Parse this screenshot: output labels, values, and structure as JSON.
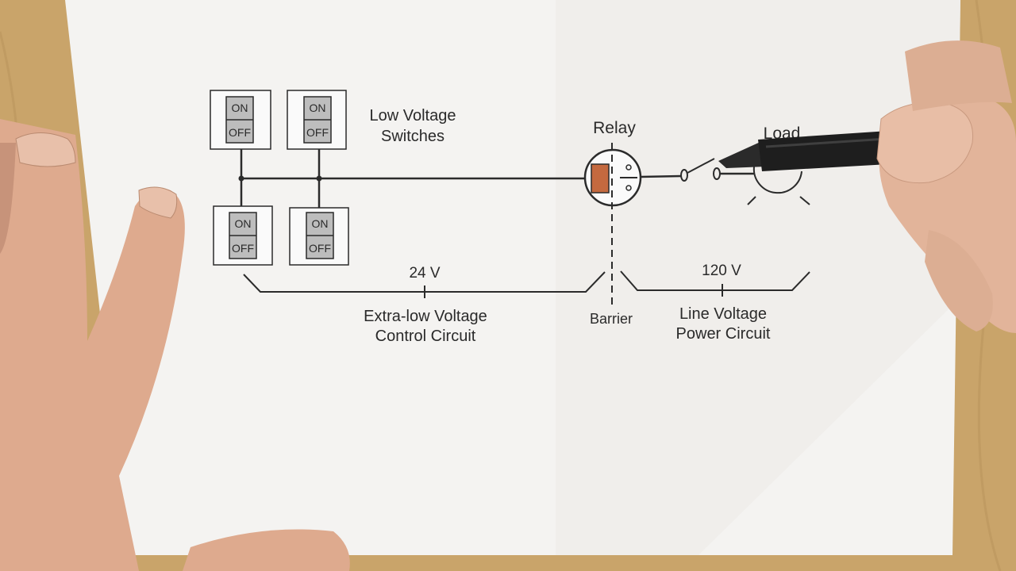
{
  "diagram": {
    "switches_label": [
      "Low Voltage",
      "Switches"
    ],
    "switch_on": "ON",
    "switch_off": "OFF",
    "relay_label": "Relay",
    "load_label": "Load",
    "voltage_low": "24 V",
    "voltage_high": "120 V",
    "control_circuit": [
      "Extra-low Voltage",
      "Control Circuit"
    ],
    "barrier_label": "Barrier",
    "power_circuit": [
      "Line Voltage",
      "Power Circuit"
    ]
  },
  "colors": {
    "desk": "#c9a46a",
    "paper": "#f4f3f1",
    "line": "#2b2b2b",
    "switch_fill": "#bdbdbd",
    "relay_coil": "#c4693f",
    "skin": "#e2b49a",
    "pen": "#1e1e1e"
  },
  "icons": [
    "switch-icon",
    "relay-icon",
    "contact-icon",
    "lamp-icon",
    "pen-icon",
    "hand-icon"
  ]
}
